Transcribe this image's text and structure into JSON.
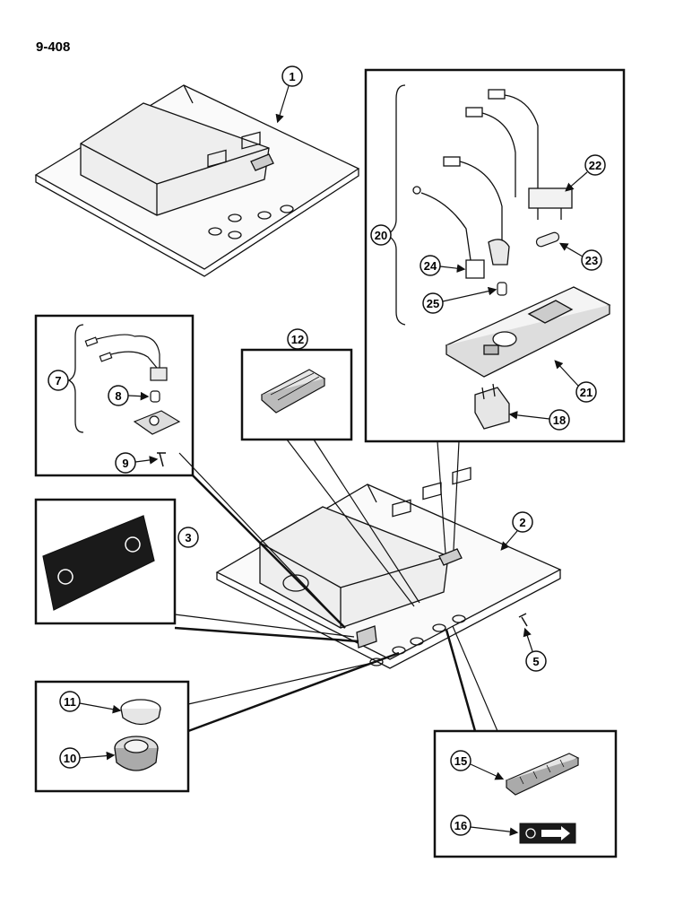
{
  "page_number": "9-408",
  "callouts": {
    "c1": "1",
    "c2": "2",
    "c3": "3",
    "c5": "5",
    "c7": "7",
    "c8": "8",
    "c9": "9",
    "c10": "10",
    "c11": "11",
    "c12": "12",
    "c15": "15",
    "c16": "16",
    "c18": "18",
    "c20": "20",
    "c21": "21",
    "c22": "22",
    "c23": "23",
    "c24": "24",
    "c25": "25"
  },
  "colors": {
    "ink": "#111111",
    "paper": "#ffffff",
    "shade": "#d9d9d9",
    "dark": "#1a1a1a"
  }
}
